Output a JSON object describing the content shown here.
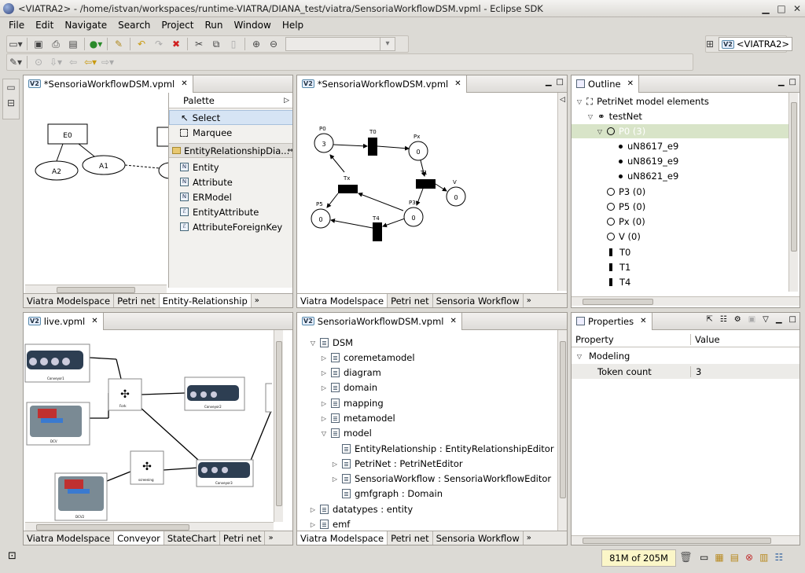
{
  "window": {
    "title": "<VIATRA2> - /home/istvan/workspaces/runtime-VIATRA/DIANA_test/viatra/SensoriaWorkflowDSM.vpml - Eclipse SDK"
  },
  "menu": [
    "File",
    "Edit",
    "Navigate",
    "Search",
    "Project",
    "Run",
    "Window",
    "Help"
  ],
  "perspective": {
    "label": "<VIATRA2>"
  },
  "editor_er": {
    "tab": "*SensoriaWorkflowDSM.vpml",
    "nodes": [
      "E0",
      "A1",
      "A2"
    ],
    "bottom_tabs": [
      "Viatra Modelspace",
      "Petri net",
      "Entity-Relationship"
    ],
    "more": "»"
  },
  "palette": {
    "title": "Palette",
    "tools": [
      "Select",
      "Marquee"
    ],
    "drawer": "EntityRelationshipDia...",
    "items": [
      "Entity",
      "Attribute",
      "ERModel",
      "EntityAttribute",
      "AttributeForeignKey"
    ]
  },
  "editor_petri": {
    "tab": "*SensoriaWorkflowDSM.vpml",
    "places": [
      {
        "name": "P0",
        "tokens": "3"
      },
      {
        "name": "Px",
        "tokens": "0"
      },
      {
        "name": "V",
        "tokens": "0"
      },
      {
        "name": "P3",
        "tokens": "0"
      },
      {
        "name": "P5",
        "tokens": "0"
      }
    ],
    "transitions": [
      "T0",
      "T1",
      "Tx",
      "T4"
    ],
    "bottom_tabs": [
      "Viatra Modelspace",
      "Petri net",
      "Sensoria Workflow"
    ],
    "more": "»"
  },
  "outline": {
    "tab": "Outline",
    "root": "PetriNet model elements",
    "net": "testNet",
    "selected": "P0 (3)",
    "tokens": [
      "uN8617_e9",
      "uN8619_e9",
      "uN8621_e9"
    ],
    "places": [
      "P3 (0)",
      "P5 (0)",
      "Px (0)",
      "V (0)"
    ],
    "transitions": [
      "T0",
      "T1",
      "T4"
    ]
  },
  "editor_live": {
    "tab": "live.vpml",
    "labels": [
      "Conveyor1",
      "Fork",
      "Conveyor2",
      "DCV",
      "Conveyor3",
      "screening",
      "DCV2"
    ],
    "bottom_tabs": [
      "Viatra Modelspace",
      "Conveyor",
      "StateChart",
      "Petri net"
    ],
    "more": "»"
  },
  "editor_tree": {
    "tab": "SensoriaWorkflowDSM.vpml",
    "root": "DSM",
    "children": [
      "coremetamodel",
      "diagram",
      "domain",
      "mapping",
      "metamodel",
      "model"
    ],
    "model_children": [
      "EntityRelationship : EntityRelationshipEditor",
      "PetriNet : PetriNetEditor",
      "SensoriaWorkflow : SensoriaWorkflowEditor",
      "gmfgraph : Domain"
    ],
    "siblings": [
      "datatypes : entity",
      "emf"
    ],
    "bottom_tabs": [
      "Viatra Modelspace",
      "Petri net",
      "Sensoria Workflow"
    ],
    "more": "»"
  },
  "properties": {
    "tab": "Properties",
    "col_property": "Property",
    "col_value": "Value",
    "category": "Modeling",
    "rows": [
      {
        "name": "Token count",
        "value": "3"
      }
    ]
  },
  "status": {
    "memory": "81M of 205M"
  },
  "colors": {
    "selection": "#d8e4c8",
    "palette_selected": "#d6e4f4",
    "memory_bg": "#fbf6c8"
  }
}
